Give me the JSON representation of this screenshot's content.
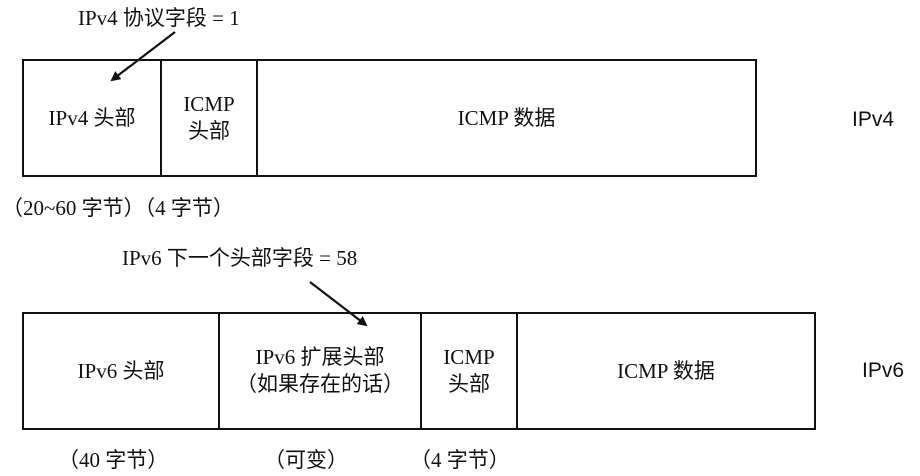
{
  "ipv4": {
    "annotation": "IPv4 协议字段 = 1",
    "header": "IPv4 头部",
    "icmp_header_line1": "ICMP",
    "icmp_header_line2": "头部",
    "icmp_data": "ICMP 数据",
    "side_label": "IPv4",
    "size_labels": "（20~60 字节）（4 字节）"
  },
  "ipv6": {
    "annotation": "IPv6 下一个头部字段 = 58",
    "header": "IPv6 头部",
    "ext_header_line1": "IPv6 扩展头部",
    "ext_header_line2": "（如果存在的话）",
    "icmp_header_line1": "ICMP",
    "icmp_header_line2": "头部",
    "icmp_data": "ICMP 数据",
    "side_label": "IPv6",
    "size_header": "（40 字节）",
    "size_ext": "（可变）",
    "size_icmp": "（4 字节）"
  }
}
